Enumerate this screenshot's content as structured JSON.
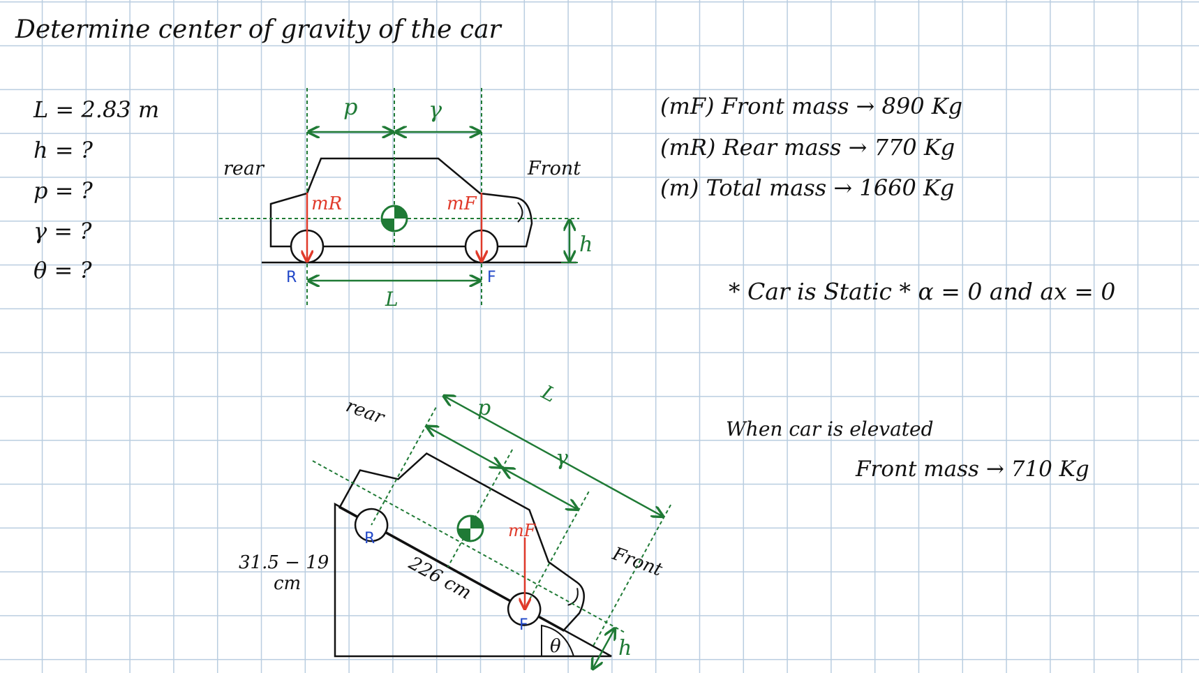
{
  "title": "Determine center of gravity of the car",
  "givens": [
    "L = 2.83 m",
    "h = ?",
    "p = ?",
    "γ = ?",
    "θ = ?"
  ],
  "masses": {
    "front": "(mF) Front mass → 890 Kg",
    "rear": "(mR) Rear mass → 770 Kg",
    "total": "(m) Total mass → 1660 Kg"
  },
  "static_note": "* Car is Static *   α = 0  and  ax = 0",
  "elevated": {
    "heading": "When car is elevated",
    "front_mass": "Front mass → 710 Kg"
  },
  "diagram_top": {
    "rear": "rear",
    "front": "Front",
    "p": "p",
    "gamma": "γ",
    "h": "h",
    "L": "L",
    "mR": "mR",
    "mF": "mF",
    "R": "R",
    "F": "F"
  },
  "diagram_bottom": {
    "rear": "rear",
    "front": "Front",
    "p": "p",
    "gamma": "γ",
    "h": "h",
    "L": "L",
    "mF": "mF",
    "R": "R",
    "F": "F",
    "height_line1": "31.5 − 19",
    "height_line2": "cm",
    "length": "226 cm",
    "theta": "θ"
  },
  "colors": {
    "green": "#1f7a35",
    "red": "#e03a2a",
    "blue": "#2248c8",
    "grid": "#b9cde0"
  }
}
